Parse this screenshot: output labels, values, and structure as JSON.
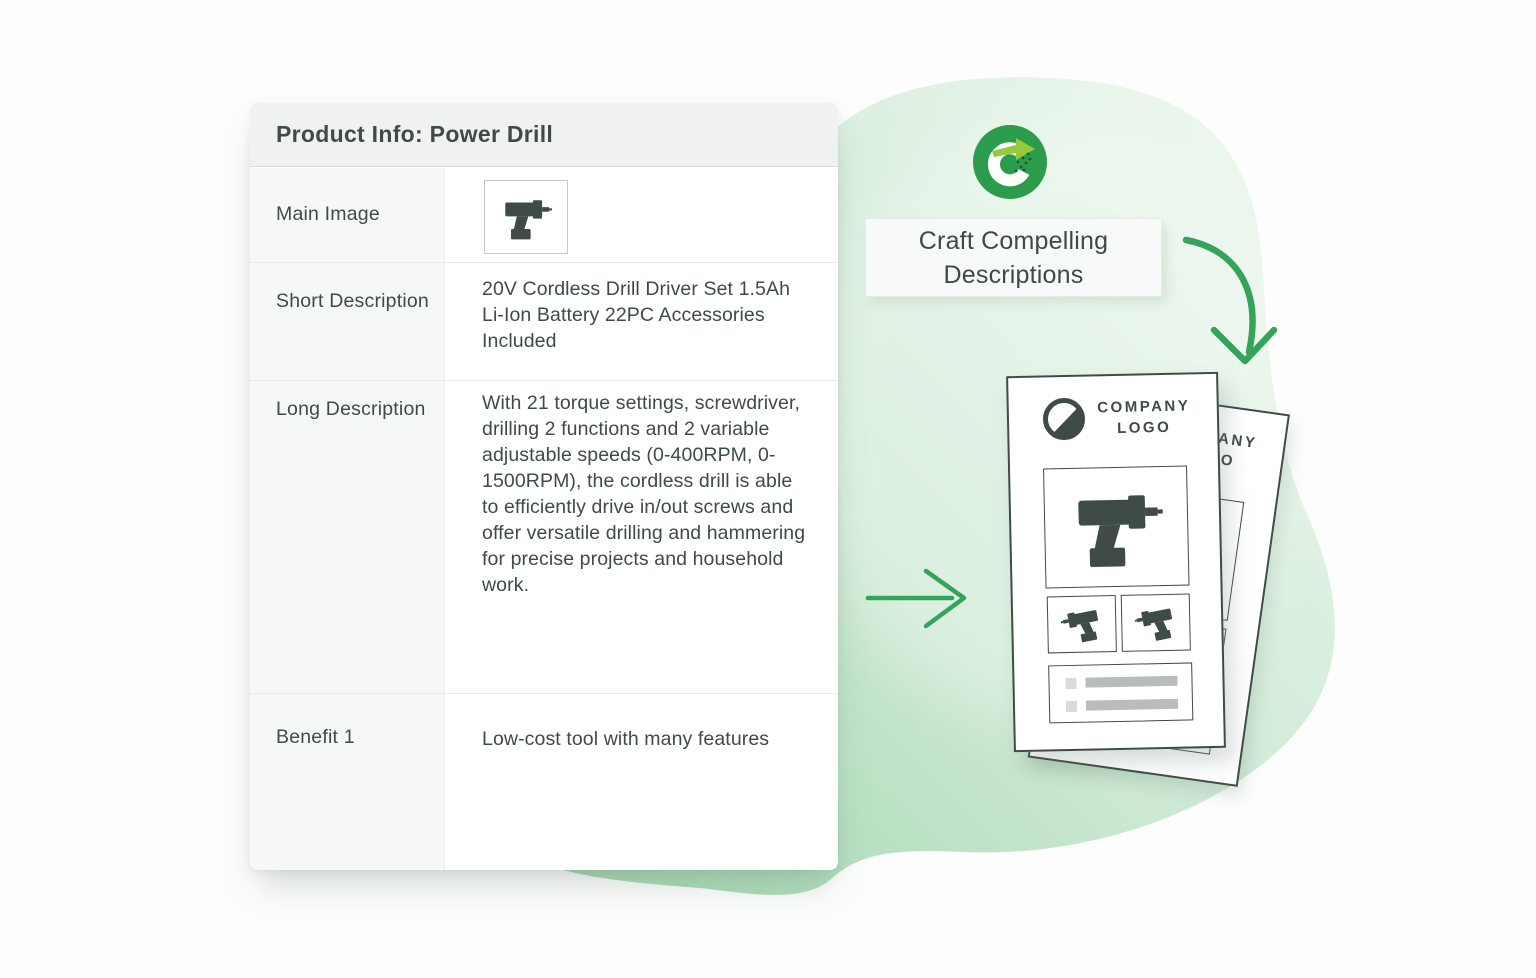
{
  "table": {
    "title": "Product Info: Power Drill",
    "rows": {
      "main_image": {
        "label": "Main Image",
        "image_icon": "power-drill-icon"
      },
      "short_description": {
        "label": "Short Description",
        "value": "20V Cordless Drill Driver Set 1.5Ah Li-Ion Battery 22PC Accessories Included"
      },
      "long_description": {
        "label": "Long Description",
        "value": "With 21 torque settings, screwdriver, drilling 2 functions and 2 variable adjustable speeds (0-400RPM, 0-1500RPM), the cordless drill is able to efficiently drive in/out screws and offer versatile drilling and hammering for precise projects and household work."
      },
      "benefit_1": {
        "label": "Benefit 1",
        "value": "Low-cost tool with many features"
      }
    }
  },
  "callout": {
    "label": "Craft Compelling Descriptions"
  },
  "mockup": {
    "company_logo_line1": "COMPANY",
    "company_logo_line2": "LOGO"
  },
  "icons": {
    "badge": "swoosh-arrow-circle-icon",
    "table_image_cell": "power-drill-icon",
    "mockup_hero": "power-drill-icon",
    "mockup_thumbnails": "power-drill-icon",
    "company_logo_mark": "sliced-circle-icon",
    "flow_arrow_curved": "curved-down-arrow-icon",
    "flow_arrow_straight": "right-arrow-icon"
  },
  "colors": {
    "ink": "#3E4B46",
    "accent_green": "#35A45A",
    "badge_green": "#2B9C4C",
    "badge_lime": "#96C93D",
    "blob_dark": "#9FD5AD",
    "blob_light": "#F2F9F2",
    "bar_gray": "#B8BDBA",
    "square_gray": "#D7DBD9"
  }
}
